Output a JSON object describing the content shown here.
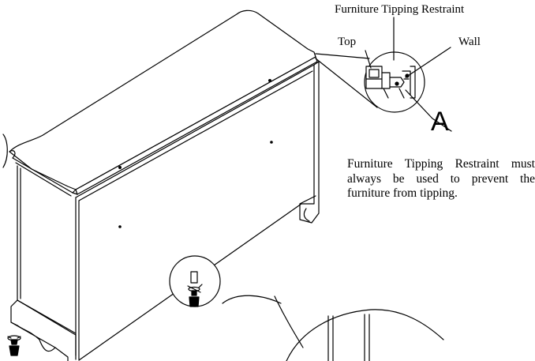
{
  "labels": {
    "restraint_title": "Furniture Tipping Restraint",
    "top": "Top",
    "wall": "Wall",
    "callout": "A"
  },
  "note": {
    "text": "Furniture Tipping Restraint must always be used to prevent the furniture from tipping."
  }
}
